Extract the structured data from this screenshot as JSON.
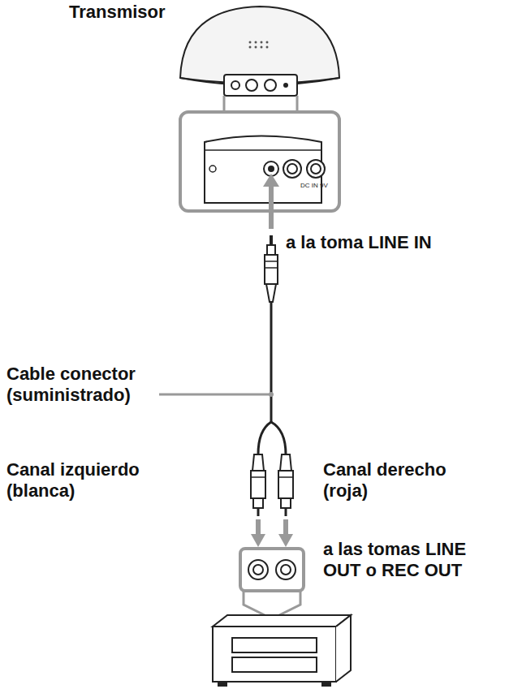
{
  "diagram": {
    "labels": [
      "Transmisor",
      "a la toma LINE IN",
      "Cable conector (suministrado)",
      "Canal izquierdo (blanca)",
      "Canal derecho (roja)",
      "a las tomas LINE OUT o REC OUT",
      "DC IN 9V"
    ]
  }
}
